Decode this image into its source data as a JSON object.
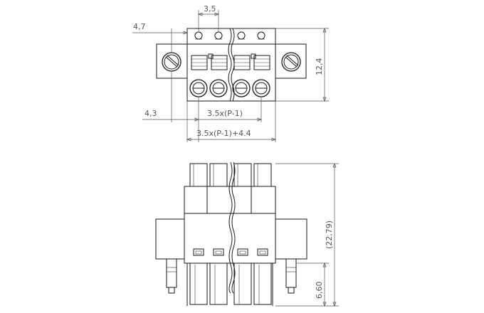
{
  "dimensions": {
    "pitch": "3,5",
    "flange_offset": "4,7",
    "height_top": "12,4",
    "left_offset": "4,3",
    "pitch_span": "3.5x(P-1)",
    "total_width": "3.5x(P-1)+4.4",
    "overall_height": "(22,79)",
    "pin_length": "6,60"
  },
  "colors": {
    "line": "#1a1a1a",
    "dimension": "#555555",
    "background": "#ffffff"
  }
}
